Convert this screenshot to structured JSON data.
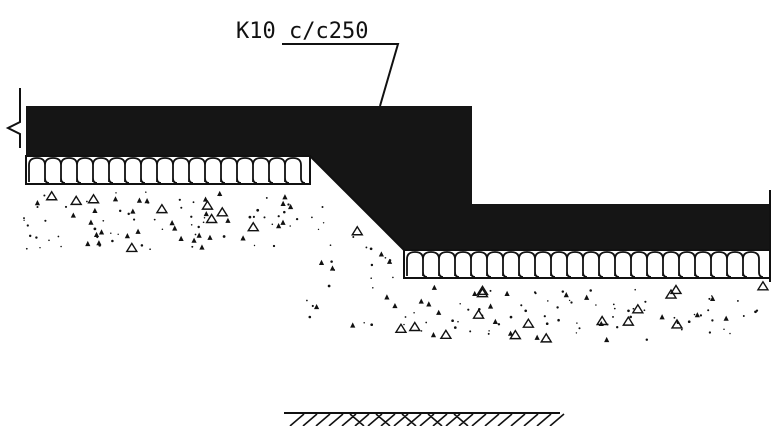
{
  "annotation": {
    "text": "K10 c/c250"
  },
  "colors": {
    "slab": "#151515",
    "line": "#111111",
    "background": "#ffffff",
    "insulation_fill": "#ffffff"
  },
  "symbols": {
    "slab": "concrete-slab-hatch",
    "insulation": "insulation-wave-pattern",
    "subgrade": "gravel-fill-pattern",
    "ground": "earth-hatch-symbol"
  }
}
